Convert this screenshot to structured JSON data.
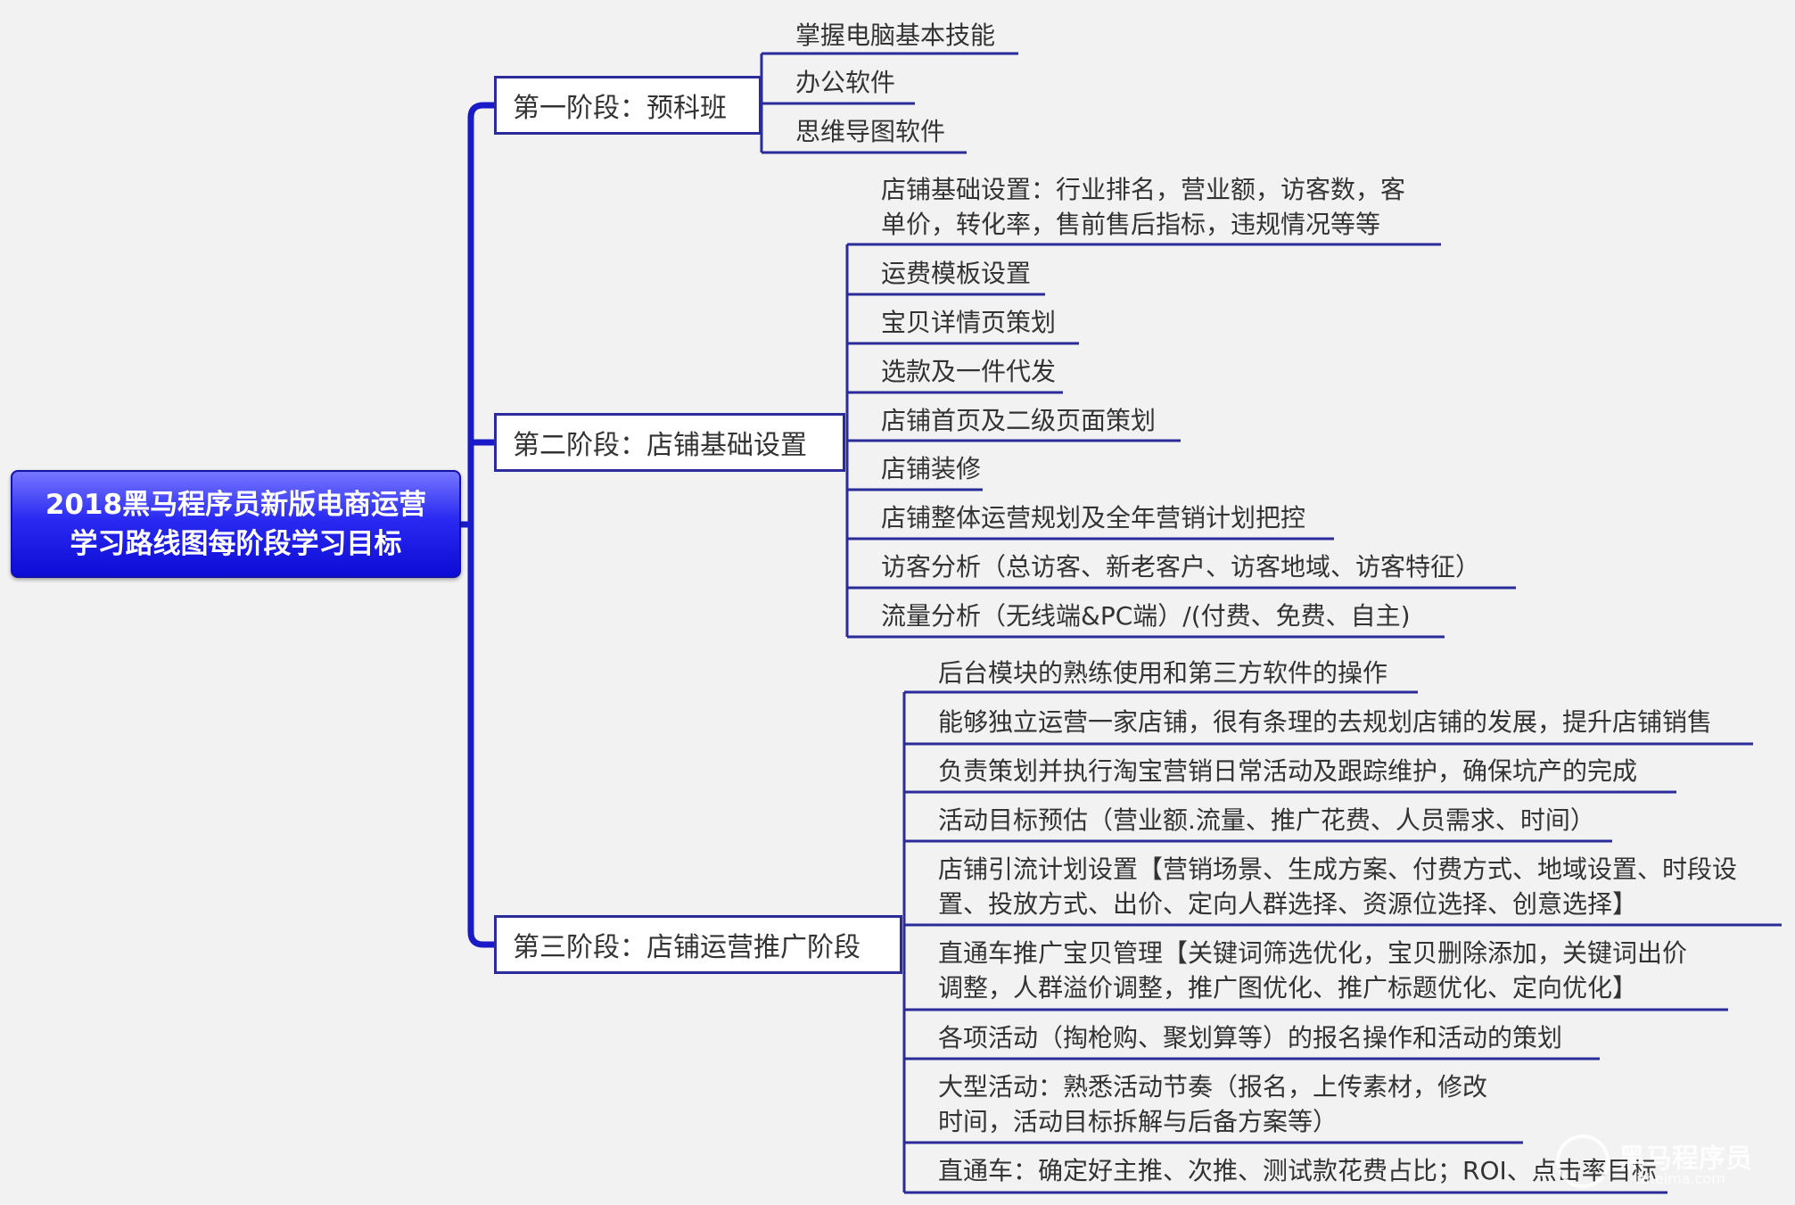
{
  "root": {
    "title": "2018黑马程序员新版电商运营\n学习路线图每阶段学习目标"
  },
  "stages": [
    {
      "label": "第一阶段：预科班",
      "items": [
        "掌握电脑基本技能",
        "办公软件",
        "思维导图软件"
      ]
    },
    {
      "label": "第二阶段：店铺基础设置",
      "items": [
        "店铺基础设置：行业排名，营业额，访客数，客\n单价，转化率，售前售后指标，违规情况等等",
        "运费模板设置",
        "宝贝详情页策划",
        "选款及一件代发",
        "店铺首页及二级页面策划",
        "店铺装修",
        "店铺整体运营规划及全年营销计划把控",
        "访客分析（总访客、新老客户、访客地域、访客特征）",
        "流量分析（无线端&PC端）/(付费、免费、自主)"
      ]
    },
    {
      "label": "第三阶段：店铺运营推广阶段",
      "items": [
        "后台模块的熟练使用和第三方软件的操作",
        "能够独立运营一家店铺，很有条理的去规划店铺的发展，提升店铺销售",
        "负责策划并执行淘宝营销日常活动及跟踪维护，确保坑产的完成",
        "活动目标预估（营业额.流量、推广花费、人员需求、时间）",
        "店铺引流计划设置【营销场景、生成方案、付费方式、地域设置、时段设\n置、投放方式、出价、定向人群选择、资源位选择、创意选择】",
        "直通车推广宝贝管理【关键词筛选优化，宝贝删除添加，关键词出价\n调整，人群溢价调整，推广图优化、推广标题优化、定向优化】",
        "各项活动（掏枪购、聚划算等）的报名操作和活动的策划",
        "大型活动：熟悉活动节奏（报名，上传素材，修改\n时间，活动目标拆解与后备方案等）",
        "直通车：确定好主推、次推、测试款花费占比；ROI、点击率目标"
      ]
    }
  ],
  "watermark": {
    "brand": "黑马程序员",
    "site": "itheima.com"
  },
  "colors": {
    "connector": "#1a1ac8",
    "leaf_line": "#2b2b9a",
    "root_fill": "#2a2af2"
  }
}
